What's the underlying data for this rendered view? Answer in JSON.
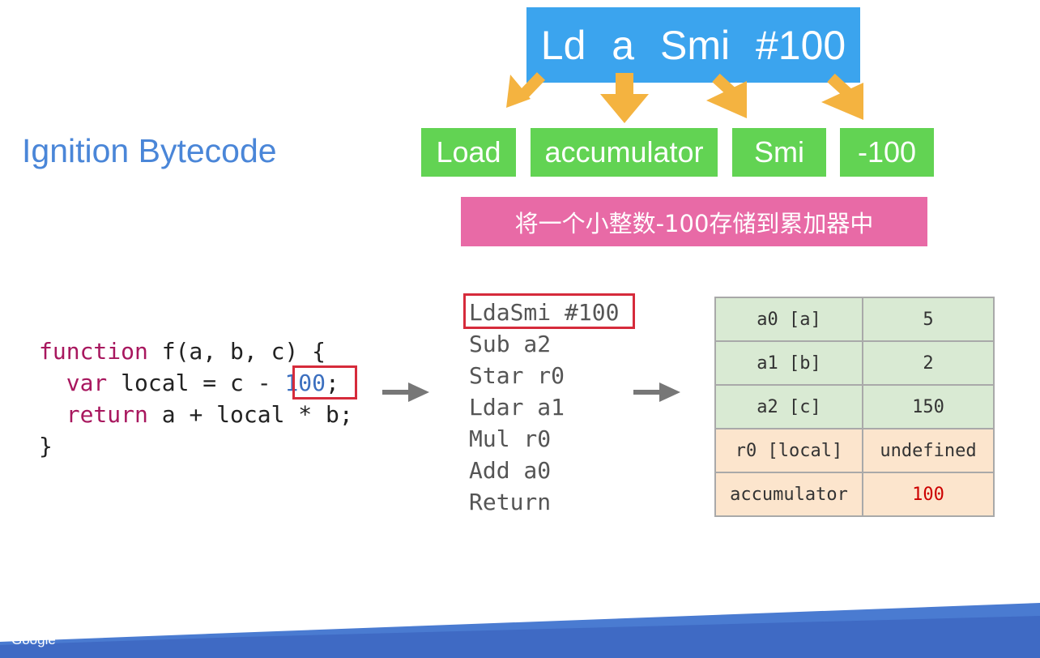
{
  "title": "Ignition Bytecode",
  "instruction": "Ld a Smi #100",
  "breakdown": [
    "Load",
    "accumulator",
    "Smi",
    "-100"
  ],
  "caption": "将一个小整数-100存储到累加器中",
  "code": {
    "line1_kw": "function",
    "line1_rest": " f(a, b, c) {",
    "line2_kw": "var",
    "line2_rest": " local = c - ",
    "line2_num": "100",
    "line2_end": ";",
    "line3_kw": "return",
    "line3_rest": " a + local * b;",
    "line4": "}"
  },
  "bytecode": [
    "LdaSmi #100",
    "Sub a2",
    "Star r0",
    "Ldar a1",
    "Mul r0",
    "Add a0",
    "Return"
  ],
  "registers": [
    {
      "name": "a0 [a]",
      "value": "5",
      "kind": "arg"
    },
    {
      "name": "a1 [b]",
      "value": "2",
      "kind": "arg"
    },
    {
      "name": "a2 [c]",
      "value": "150",
      "kind": "arg"
    },
    {
      "name": "r0 [local]",
      "value": "undefined",
      "kind": "reg"
    },
    {
      "name": "accumulator",
      "value": "100",
      "kind": "reg"
    }
  ],
  "footer_logo": "Google",
  "colors": {
    "title": "#4a86d8",
    "instruction_bg": "#3ba4ee",
    "breakdown_bg": "#62d353",
    "caption_bg": "#e86aa6",
    "highlight_border": "#d62b3b",
    "arrow_orange": "#f4b340",
    "arrow_gray": "#777777",
    "arg_row_bg": "#d9ead3",
    "reg_row_bg": "#fce5cd",
    "accumulator_value": "#cc0000"
  }
}
